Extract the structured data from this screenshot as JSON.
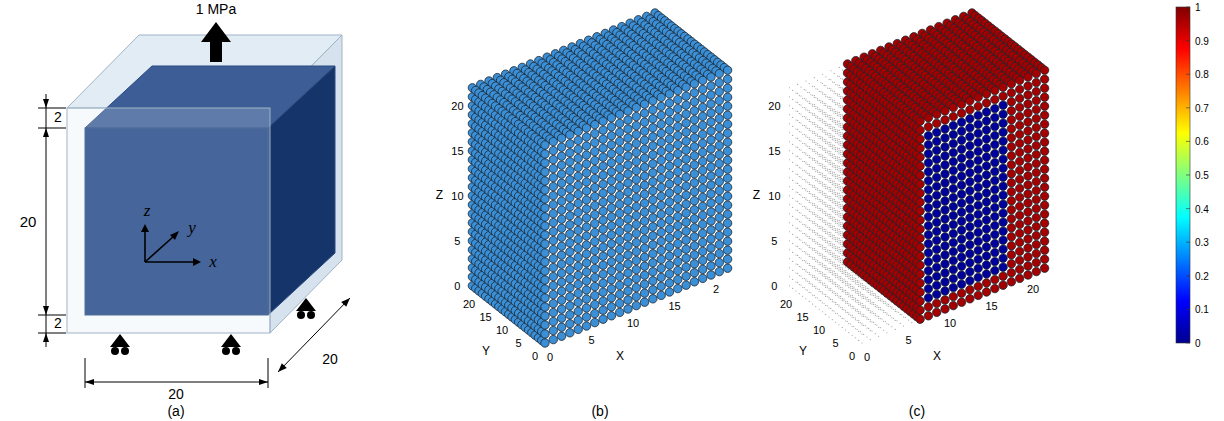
{
  "diagram": {
    "labels": [
      "1 MPa",
      "2",
      "20",
      "2",
      "20",
      "20",
      "z",
      "y",
      "x",
      "(a)",
      "0",
      "5",
      "10",
      "15",
      "20",
      "0",
      "5",
      "10",
      "15",
      "20",
      "0",
      "5",
      "10",
      "15",
      "2",
      "Z",
      "Y",
      "X",
      "(b)",
      "0",
      "5",
      "10",
      "15",
      "20",
      "0",
      "5",
      "10",
      "15",
      "20",
      "0",
      "5",
      "10",
      "15",
      "20",
      "Z",
      "Y",
      "X",
      "(c)",
      "1",
      "0.9",
      "0.8",
      "0.7",
      "0.6",
      "0.5",
      "0.4",
      "0.3",
      "0.2",
      "0.1",
      "0"
    ]
  }
}
